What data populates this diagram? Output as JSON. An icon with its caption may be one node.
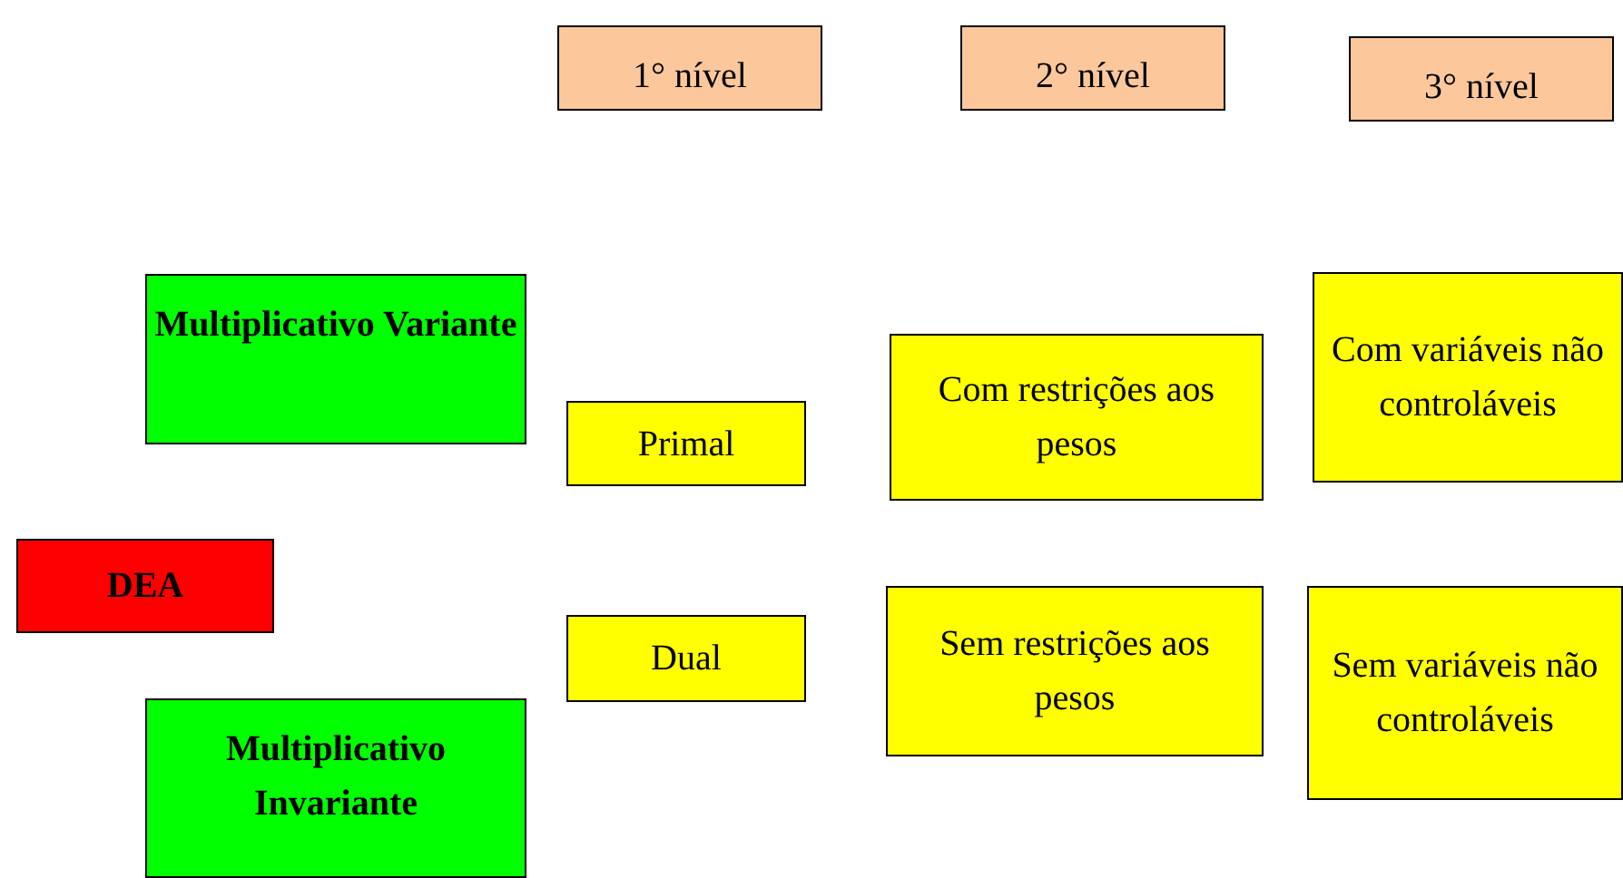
{
  "diagram": {
    "nodes": [
      {
        "text": [
          "1° nível"
        ]
      },
      {
        "text": [
          "2° nível"
        ]
      },
      {
        "text": [
          "3° nível"
        ]
      },
      {
        "text": [
          "Multiplicativo Variante"
        ]
      },
      {
        "text": [
          "Primal"
        ]
      },
      {
        "text": [
          "Com restrições aos pesos"
        ]
      },
      {
        "text": [
          "Com variáveis não controláveis"
        ]
      },
      {
        "text": [
          "DEA"
        ]
      },
      {
        "text": [
          "Dual"
        ]
      },
      {
        "text": [
          "Sem restrições aos pesos"
        ]
      },
      {
        "text": [
          "Sem variáveis não controláveis"
        ]
      },
      {
        "text": [
          "Multiplicativo Invariante"
        ]
      }
    ]
  }
}
